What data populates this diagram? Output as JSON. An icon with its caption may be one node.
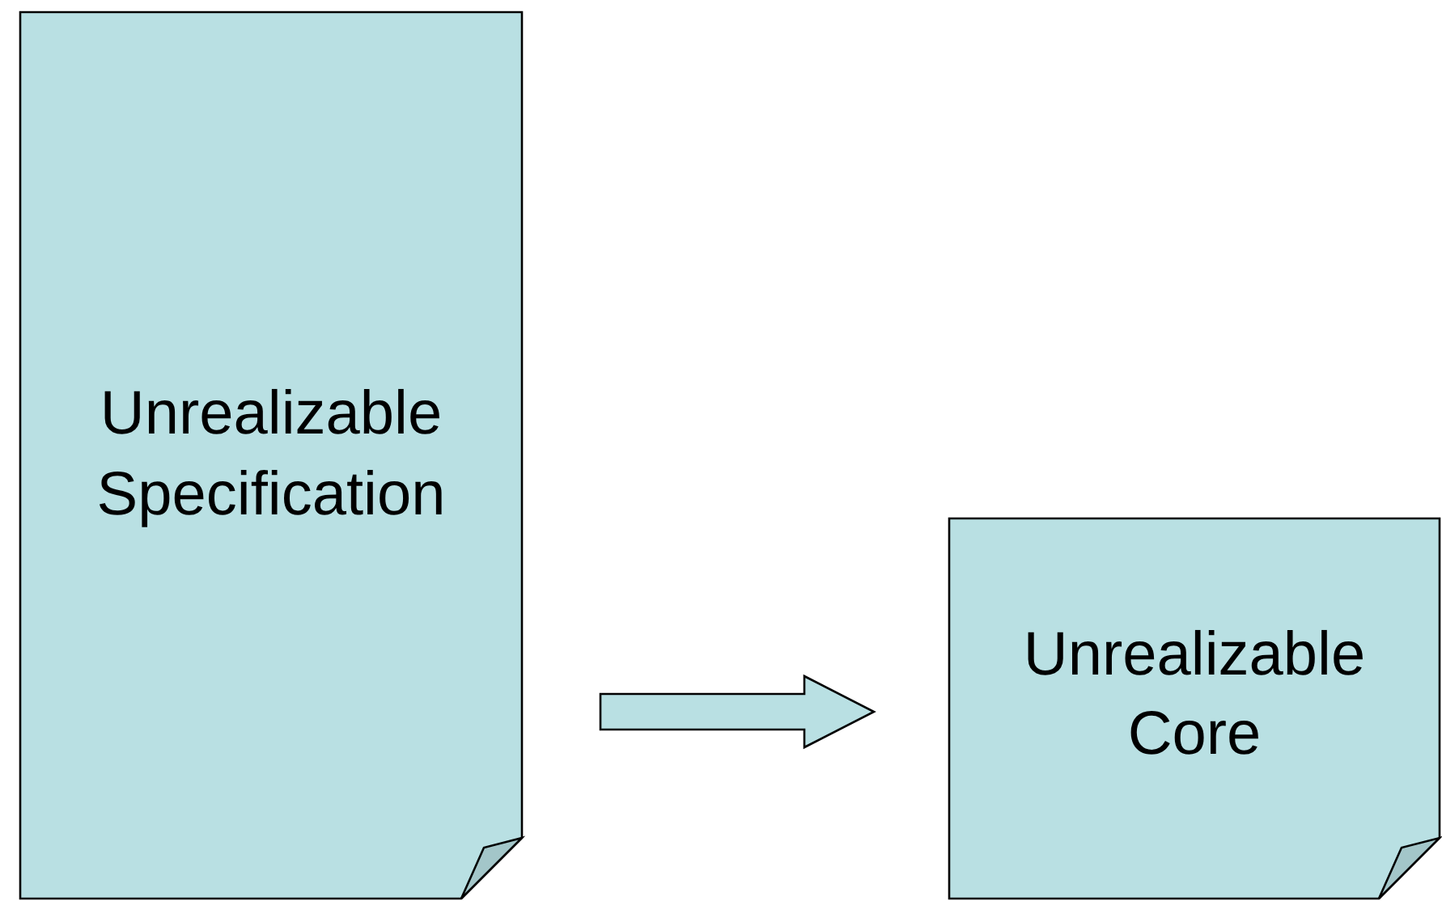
{
  "diagram": {
    "nodes": [
      {
        "text": [
          "Unrealizable Specification"
        ]
      },
      {
        "text": [
          "Unrealizable Core"
        ]
      }
    ],
    "edges": [
      {
        "from": 0,
        "to": 1,
        "arrow": "to"
      }
    ]
  }
}
